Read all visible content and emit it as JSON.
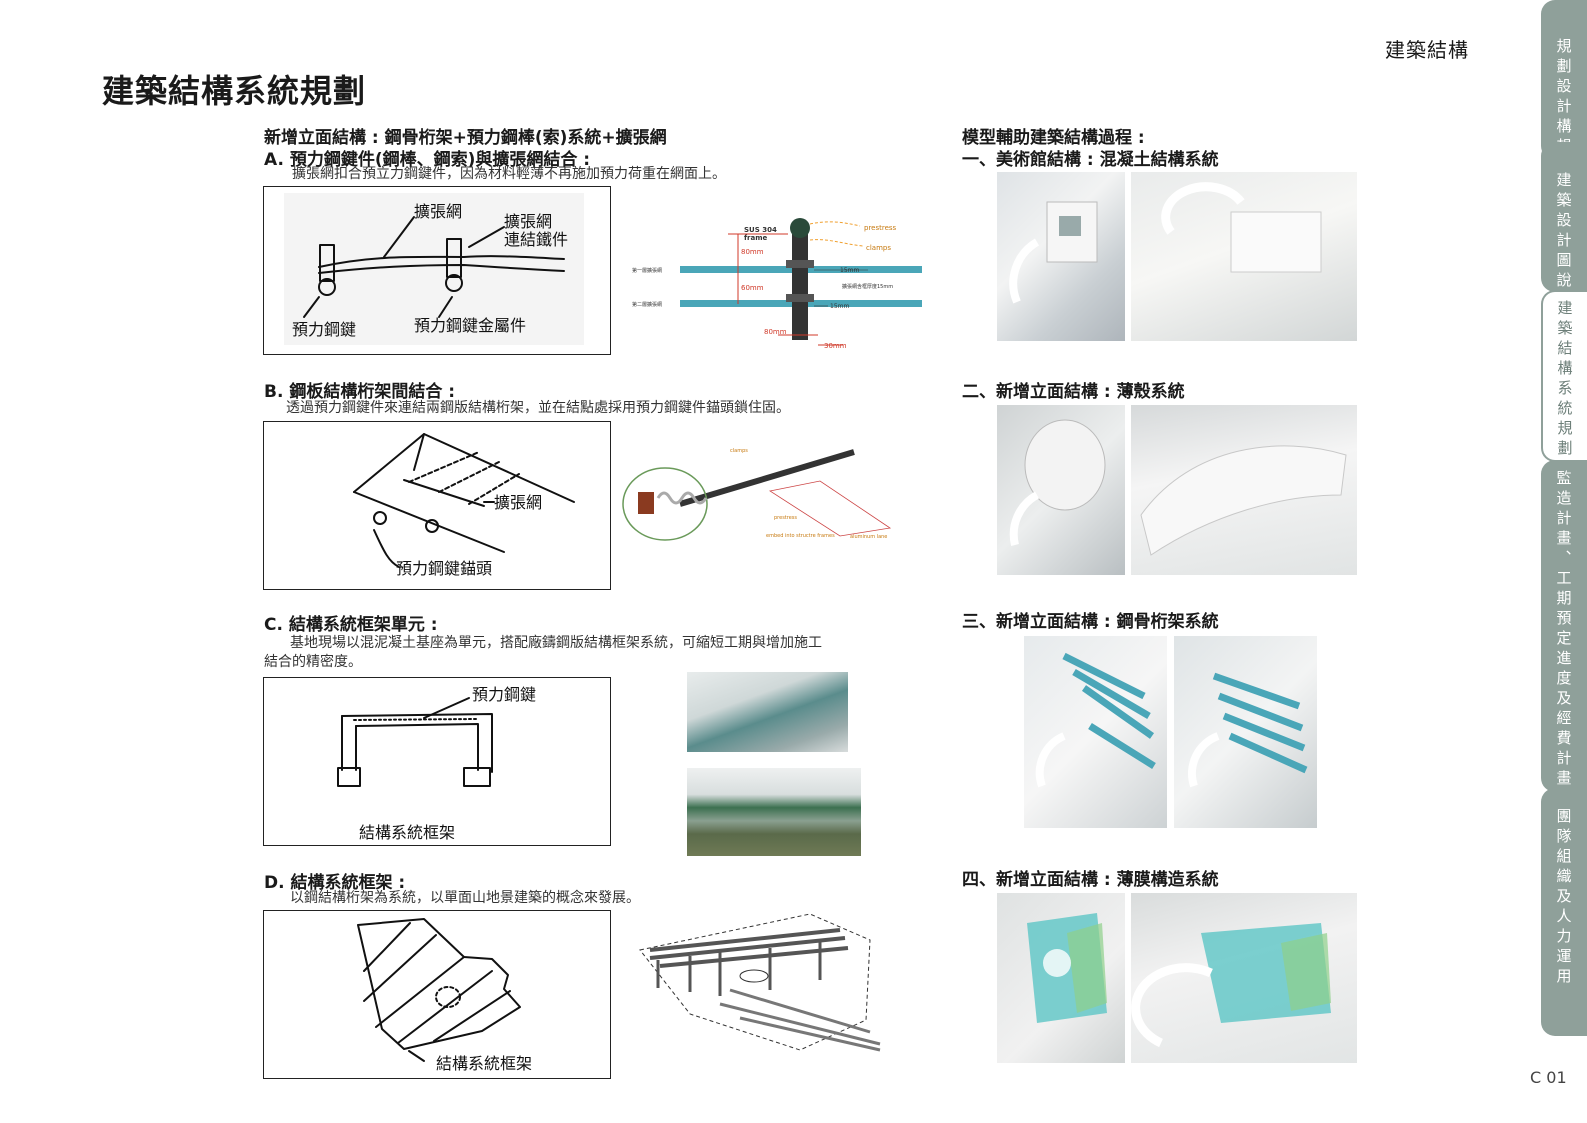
{
  "header": {
    "section": "建築結構",
    "title": "建築結構系統規劃"
  },
  "left": {
    "main_heading": "新增立面結構 : 鋼骨桁架+預力鋼棒(索)系統+擴張網",
    "A": {
      "heading": "A.  預力鋼鍵件(鋼棒、鋼索)與擴張網結合 :",
      "desc": "擴張網扣合預立力鋼鍵件，因為材料輕薄不再施加預力荷重在網面上。",
      "sketch_labels": [
        "擴張網",
        "擴張網",
        "連結鐵件",
        "預力鋼鍵",
        "預力鋼鍵金屬件"
      ],
      "diagram_labels": {
        "sus": "SUS 304",
        "frame": "frame",
        "prestress": "prestress",
        "clamps": "clamps",
        "mesh1": "第一層擴張網",
        "mesh2": "第二層擴張網",
        "thick": "擴張網含框厚度15mm",
        "d80": "80mm",
        "d60": "60mm",
        "d15a": "15mm",
        "d15b": "15mm",
        "d80b": "80mm",
        "d30": "30mm"
      }
    },
    "B": {
      "heading": "B.  鋼板結構桁架間結合 :",
      "desc": "透過預力鋼鍵件來連結兩鋼版結構桁架，並在結點處採用預力鋼鍵件錨頭鎖住固。",
      "sketch_labels": [
        "擴張網",
        "預力鋼鍵錨頭"
      ],
      "diagram_labels": {
        "clamps": "clamps",
        "prestress": "prestress",
        "embed": "embed into structre frames",
        "alu": "aluminum lane"
      }
    },
    "C": {
      "heading": "C.  結構系統框架單元 :",
      "desc1": "基地現場以混泥凝土基座為單元，搭配廠鑄鋼版結構框架系統，可縮短工期與增加施工",
      "desc2": "結合的精密度。",
      "sketch_labels": [
        "預力鋼鍵",
        "結構系統框架"
      ]
    },
    "D": {
      "heading": "D.  結構系統框架 :",
      "desc": "以鋼結構桁架為系統，以單面山地景建築的概念來發展。",
      "sketch_labels": [
        "結構系統框架"
      ]
    }
  },
  "right": {
    "heading1": "模型輔助建築結構過程 :",
    "s1": "一、美術館結構 : 混凝土結構系統",
    "s2": "二、新增立面結構 : 薄殼系統",
    "s3": "三、新增立面結構 : 鋼骨桁架系統",
    "s4": "四、新增立面結構 : 薄膜構造系統"
  },
  "sidebar": {
    "tabs": [
      {
        "label": "規劃設計構想",
        "active": false
      },
      {
        "label": "建築設計圖說",
        "active": false
      },
      {
        "label": "建築結構系統規劃",
        "active": true
      },
      {
        "label": "監造計畫、工期預定進度及經費計畫",
        "active": false
      },
      {
        "label": "團隊組織及人力運用",
        "active": false
      }
    ]
  },
  "page_number": "C 01",
  "colors": {
    "accent": "#8fa09a",
    "steel_blue": "#4aa6b8",
    "red_dim": "#d03a2a"
  }
}
